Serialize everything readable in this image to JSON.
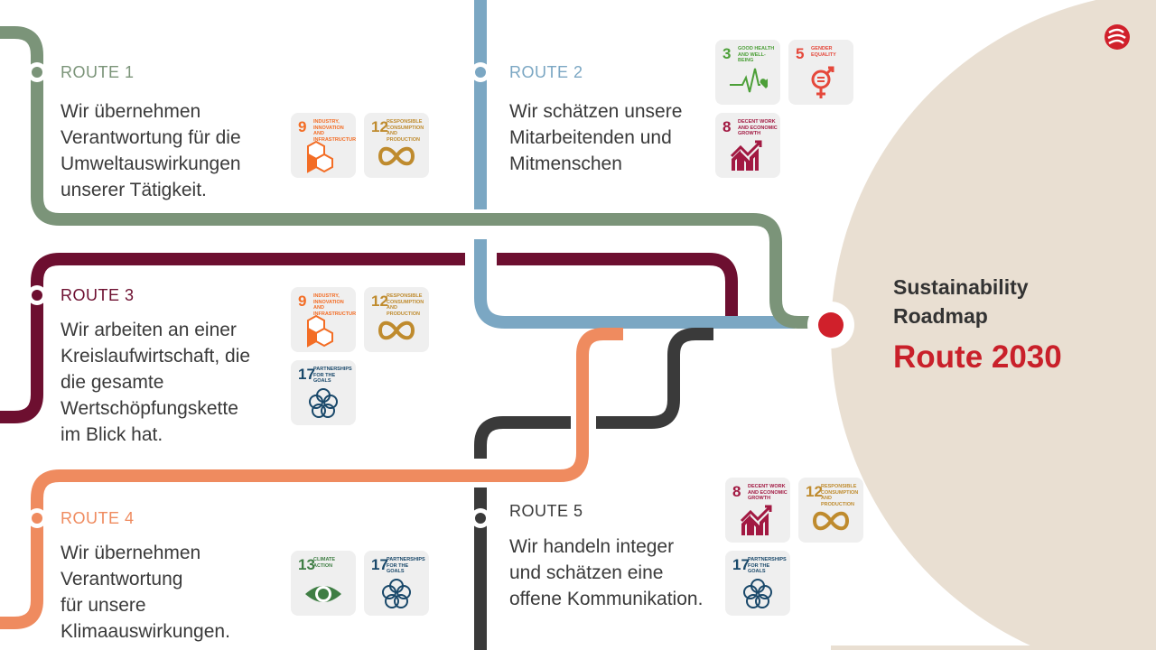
{
  "colors": {
    "route1": "#7b9479",
    "route2": "#7ba7c3",
    "route3": "#6d0f30",
    "route4": "#ef8b5f",
    "route5": "#3a3a3a",
    "accent": "#d0202b",
    "beige": "#e9dfd2"
  },
  "routes": [
    {
      "label": "ROUTE 1",
      "text": "Wir übernehmen\nVerantwortung für die\nUmweltauswirkungen\nunserer Tätigkeit.",
      "sdgs": [
        0,
        1
      ]
    },
    {
      "label": "ROUTE 2",
      "text": "Wir schätzen unsere\nMitarbeitenden und\nMitmenschen"
    },
    {
      "label": "ROUTE 3",
      "text": "Wir arbeiten an einer\nKreislaufwirtschaft, die\ndie gesamte\nWertschöpfungskette\nim Blick hat."
    },
    {
      "label": "ROUTE 4",
      "text": "Wir übernehmen\nVerantwortung\nfür unsere\nKlimaauswirkungen."
    },
    {
      "label": "ROUTE 5",
      "text": "Wir handeln integer\nund schätzen eine\noffene Kommunikation."
    }
  ],
  "sdg": {
    "g3": {
      "num": "3",
      "text": "Good health and well-being",
      "color": "#4c9f38",
      "icon": "heartbeat-icon"
    },
    "g5": {
      "num": "5",
      "text": "Gender equality",
      "color": "#e5483b",
      "icon": "gender-icon"
    },
    "g8": {
      "num": "8",
      "text": "Decent work and economic growth",
      "color": "#a21942",
      "icon": "growth-chart-icon"
    },
    "g9": {
      "num": "9",
      "text": "Industry, innovation and infrastructure",
      "color": "#f36d25",
      "icon": "cubes-icon"
    },
    "g12": {
      "num": "12",
      "text": "Responsible consumption and production",
      "color": "#bf8b2e",
      "icon": "infinity-icon"
    },
    "g13": {
      "num": "13",
      "text": "Climate action",
      "color": "#3f7e44",
      "icon": "eye-globe-icon"
    },
    "g17": {
      "num": "17",
      "text": "Partnerships for the goals",
      "color": "#19486a",
      "icon": "rings-icon"
    }
  },
  "heading": {
    "line1": "Sustainability\nRoadmap",
    "line2": "Route 2030"
  }
}
